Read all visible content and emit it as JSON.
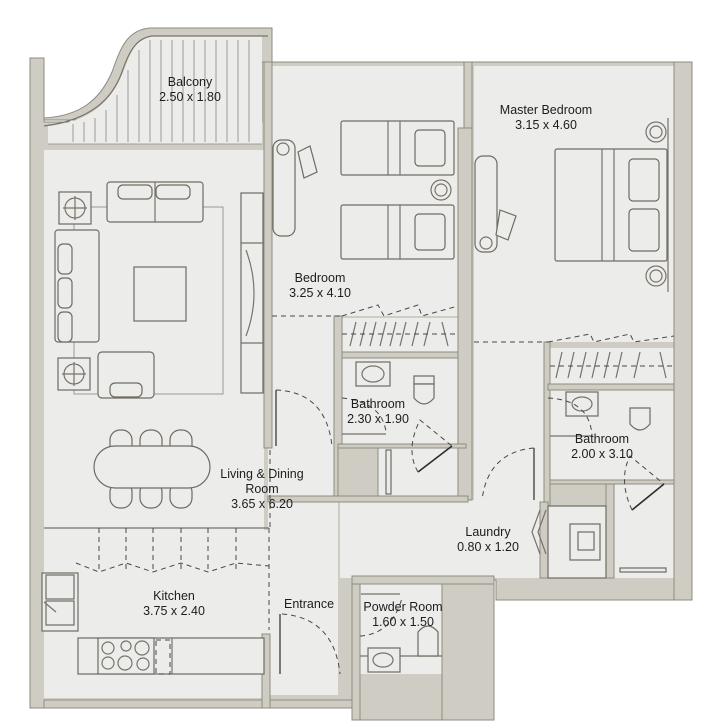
{
  "floor_plan": {
    "colors": {
      "wall": "#cfccc4",
      "wall_stroke": "#8f8b80",
      "floor": "#ececeb",
      "furniture_stroke": "#6f6b62",
      "text": "#1d1d1d"
    },
    "rooms": [
      {
        "name": "Balcony",
        "dimensions": "2.50 x 1.80"
      },
      {
        "name": "Bedroom",
        "dimensions": "3.25 x 4.10"
      },
      {
        "name": "Master Bedroom",
        "dimensions": "3.15 x 4.60"
      },
      {
        "name": "Bathroom",
        "dimensions": "2.30 x 1.90"
      },
      {
        "name": "Bathroom",
        "dimensions": "2.00 x 3.10"
      },
      {
        "name": "Living & Dining Room",
        "name_line1": "Living & Dining",
        "name_line2": "Room",
        "dimensions": "3.65 x 6.20"
      },
      {
        "name": "Laundry",
        "dimensions": "0.80 x 1.20"
      },
      {
        "name": "Kitchen",
        "dimensions": "3.75 x 2.40"
      },
      {
        "name": "Entrance",
        "dimensions": ""
      },
      {
        "name": "Powder Room",
        "dimensions": "1.60 x 1.50"
      }
    ]
  }
}
